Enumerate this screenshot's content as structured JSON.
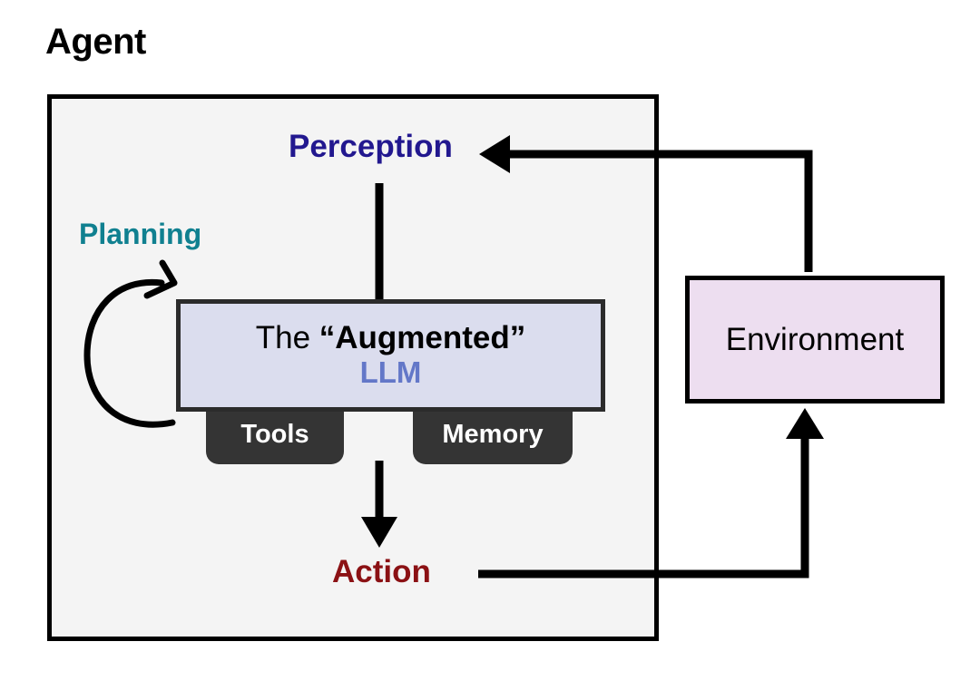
{
  "diagram": {
    "title": "Agent",
    "type": "block-diagram",
    "background_color": "#ffffff"
  },
  "agent": {
    "title": "Agent",
    "fill": "#f4f4f4",
    "border_color": "#000000"
  },
  "nodes": {
    "perception": {
      "label": "Perception",
      "color": "#22188f"
    },
    "planning": {
      "label": "Planning",
      "color": "#108090"
    },
    "action": {
      "label": "Action",
      "color": "#8b1114"
    },
    "llm": {
      "line1_prefix": "The ",
      "line1_quoted": "“Augmented”",
      "line2": "LLM",
      "fill": "#dbddee",
      "border_color": "#2b2b2b",
      "line2_color": "#6377c8"
    },
    "tools": {
      "label": "Tools",
      "fill": "#343434",
      "text_color": "#ffffff"
    },
    "memory": {
      "label": "Memory",
      "fill": "#343434",
      "text_color": "#ffffff"
    },
    "environment": {
      "label": "Environment",
      "fill": "#eddef0",
      "border_color": "#000000",
      "text_color": "#000000"
    }
  },
  "connectors": [
    {
      "name": "perception-to-llm",
      "from": "Perception",
      "to": "The “Augmented” LLM",
      "style": "straight-line",
      "arrowhead": "none",
      "color": "#000000"
    },
    {
      "name": "llm-to-action",
      "from": "The “Augmented” LLM",
      "to": "Action",
      "style": "straight-line",
      "arrowhead": "down",
      "color": "#000000"
    },
    {
      "name": "planning-self-loop",
      "from": "The “Augmented” LLM",
      "to": "The “Augmented” LLM",
      "style": "curved-self-loop",
      "arrowhead": "into-top-left",
      "color": "#000000"
    },
    {
      "name": "action-to-environment",
      "from": "Action",
      "to": "Environment",
      "style": "elbow",
      "arrowhead": "up",
      "color": "#000000"
    },
    {
      "name": "environment-to-perception",
      "from": "Environment",
      "to": "Perception",
      "style": "elbow",
      "arrowhead": "left",
      "color": "#000000"
    }
  ]
}
